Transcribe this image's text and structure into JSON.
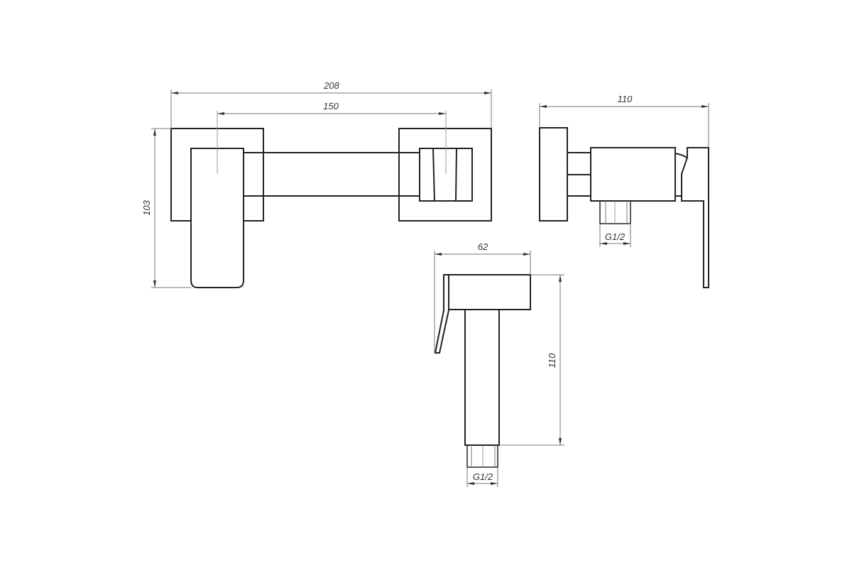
{
  "dimensions": {
    "front_overall_width": "208",
    "front_center_distance": "150",
    "front_height": "103",
    "side_depth": "110",
    "side_thread": "G1/2",
    "handheld_width": "62",
    "handheld_height": "110",
    "handheld_thread": "G1/2"
  },
  "colors": {
    "outline": "#222222",
    "dimension": "#777777"
  }
}
